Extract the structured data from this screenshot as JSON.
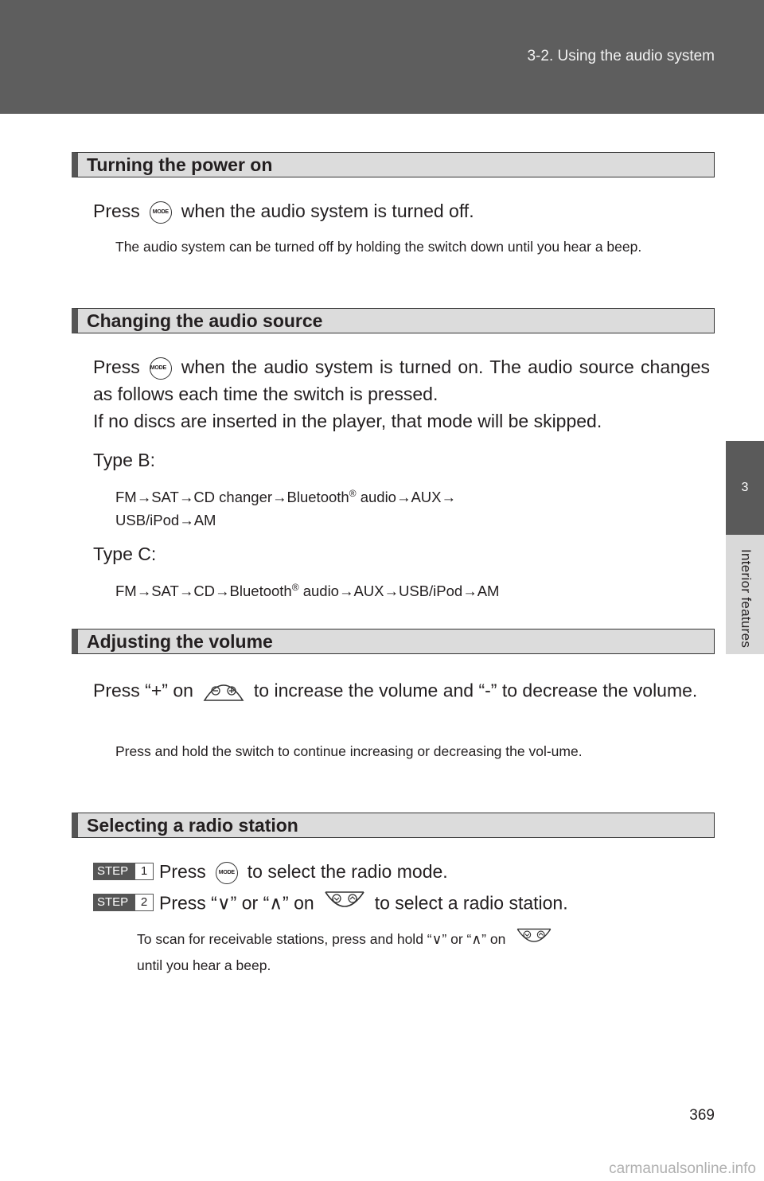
{
  "header": {
    "title": "3-2. Using the audio system"
  },
  "side_tab": {
    "chapter_number": "3",
    "label": "Interior features"
  },
  "sections": {
    "power": {
      "title": "Turning the power on",
      "press": "Press",
      "after_icon": "when the audio system is turned off.",
      "note": "The audio system can be turned off by holding the switch down until you hear a beep."
    },
    "source": {
      "title": "Changing the audio source",
      "press": "Press",
      "after_icon": "when the audio system is turned on. The audio source changes as follows each time the switch is pressed.",
      "line2": "If no discs are inserted in the player, that mode will be skipped.",
      "type_b_label": "Type B:",
      "type_b_line1_a": "FM→SAT→CD changer→Bluetooth",
      "type_b_line1_sup": "®",
      "type_b_line1_b": " audio→AUX→",
      "type_b_line2": "USB/iPod→AM",
      "type_c_label": "Type C:",
      "type_c_a": "FM→SAT→CD→Bluetooth",
      "type_c_sup": "®",
      "type_c_b": " audio→AUX→USB/iPod→AM"
    },
    "volume": {
      "title": "Adjusting the volume",
      "press": "Press “+” on",
      "after_icon": "to increase the volume and “-” to decrease the volume.",
      "note": "Press and hold the switch to continue increasing or decreasing the vol-ume."
    },
    "radio": {
      "title": "Selecting a radio station",
      "step1_word": "STEP",
      "step1_num": "1",
      "step1_press": "Press",
      "step1_after": "to select the radio mode.",
      "step2_word": "STEP",
      "step2_num": "2",
      "step2_press": "Press “∨” or “∧” on",
      "step2_after": "to select a radio station.",
      "note_a": "To scan for receivable stations, press and hold “∨” or “∧” on",
      "note_b": "until you hear a beep."
    }
  },
  "icons": {
    "mode_label": "MODE"
  },
  "page_number": "369",
  "watermark": "carmanualsonline.info"
}
